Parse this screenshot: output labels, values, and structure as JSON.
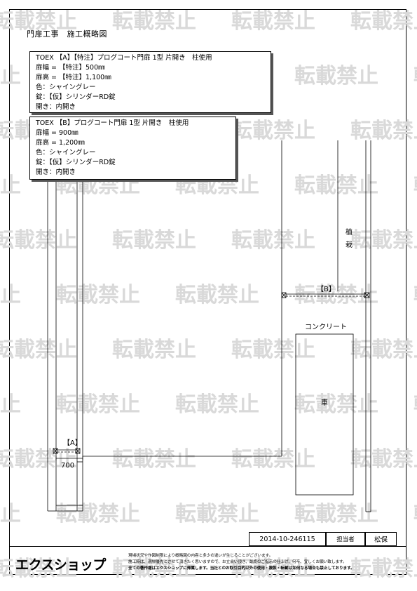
{
  "title": "門扉工事　施工概略図",
  "watermark": "転載禁止",
  "spec_a": {
    "line1": "TOEX 【A】【特注】プログコート門扉 1型 片開き　柱使用",
    "line2": "扉幅 = 【特注】500㎜",
    "line3": "扉高 = 【特注】1,100㎜",
    "line4": "色：シャイングレー",
    "line5": "錠：【仮】シリンダーRD錠",
    "line6": "開き：内開き"
  },
  "spec_b": {
    "line1": "TOEX 【B】プログコート門扉 1型 片開き　柱使用",
    "line2": "扉幅 = 900㎜",
    "line3": "扉高 = 1,200㎜",
    "line4": "色：シャイングレー",
    "line5": "錠：【仮】シリンダーRD錠",
    "line6": "開き：内開き"
  },
  "plan": {
    "gate_a_label": "【A】",
    "gate_b_label": "【B】",
    "dimension_a": "700",
    "planting_label_1": "植",
    "planting_label_2": "栽",
    "concrete_label": "コンクリート",
    "car_label": "車"
  },
  "footer": {
    "doc_number": "2014-10-246115",
    "person_label": "担当者",
    "person_name": "松保",
    "logo_text": "エクスショップ",
    "note1": "現場状況や作図制限により概略図の内容と多少の違いが生じることがございます。",
    "note2": "施工時は、現場優先とさせて頂きたく思いますので、お立会い頂き、最終のご指示の仕上げ、何卒、宜しくお願い致します。",
    "note3": "全ての著作権はエクスショップに帰属します。当社とのお取引目的以外の使用・複製・転載は如何なる場合も禁止しております。"
  }
}
